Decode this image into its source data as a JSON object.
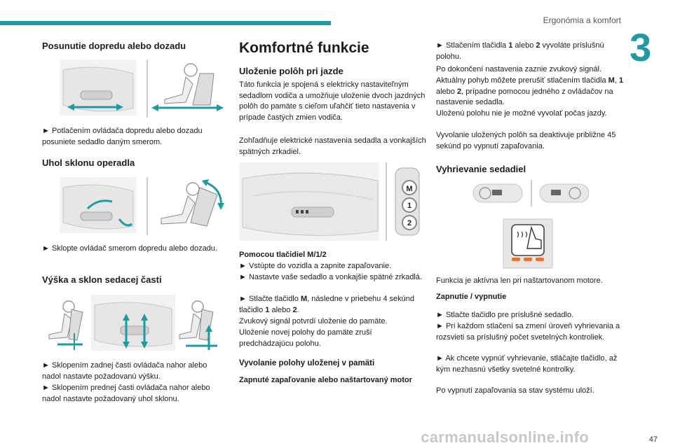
{
  "header": {
    "title": "Ergonómia a komfort",
    "chapter": "3"
  },
  "page_number": "47",
  "watermark": "carmanualsonline.info",
  "col1": {
    "s1": {
      "heading": "Posunutie dopredu alebo dozadu",
      "text": "► Potlačením ovládača dopredu alebo dozadu posuniete sedadlo daným smerom."
    },
    "s2": {
      "heading": "Uhol sklonu operadla",
      "text": "► Sklopte ovládač smerom dopredu alebo dozadu."
    },
    "s3": {
      "heading": "Výška a sklon sedacej časti",
      "text1": "► Sklopením zadnej časti ovládača nahor alebo nadol nastavte požadovanú výšku.",
      "text2": "► Sklopením prednej časti ovládača nahor alebo nadol nastavte požadovaný uhol sklonu."
    }
  },
  "col2": {
    "title": "Komfortné funkcie",
    "s1": {
      "heading": "Uloženie polôh pri jazde",
      "text": "Táto funkcia je spojená s elektricky nastaviteľným sedadlom vodiča a umožňuje uloženie dvoch jazdných polôh do pamäte s cieľom uľahčiť tieto nastavenia v prípade častých zmien vodiča.",
      "text2": "Zohľadňuje elektrické nastavenia sedadla a vonkajších spätných zrkadiel."
    },
    "buttons": [
      "M",
      "1",
      "2"
    ],
    "memory": {
      "heading": "Pomocou tlačidiel M/1/2",
      "l1": "► Vstúpte do vozidla a zapnite zapaľovanie.",
      "l2": "► Nastavte vaše sedadlo a vonkajšie spätné zrkadlá.",
      "l3a": "► Stlačte tlačidlo ",
      "l3b": "M",
      "l3c": ", následne v priebehu 4 sekúnd tlačidlo ",
      "l3d": "1",
      "l3e": " alebo ",
      "l3f": "2",
      "l3g": ".",
      "l4": "Zvukový signál potvrdí uloženie do pamäte.",
      "l5": "Uloženie novej polohy do pamäte zruší predchádzajúcu polohu."
    },
    "recall": {
      "heading": "Vyvolanie polohy uloženej v pamäti",
      "subheading": "Zapnuté zapaľovanie alebo naštartovaný motor"
    }
  },
  "col3": {
    "recall": {
      "l1a": "► Stlačením tlačidla ",
      "l1b": "1",
      "l1c": " alebo ",
      "l1d": "2",
      "l1e": " vyvoláte príslušnú polohu.",
      "l2": "Po dokončení nastavenia zaznie zvukový signál.",
      "l3a": "Aktuálny pohyb môžete prerušiť stlačením tlačidla ",
      "l3b": "M",
      "l3c": ", ",
      "l3d": "1",
      "l3e": " alebo ",
      "l3f": "2",
      "l3g": ", prípadne pomocou jedného z ovládačov na nastavenie sedadla.",
      "l4": "Uloženú polohu nie je možné vyvolať počas jazdy.",
      "l5": "Vyvolanie uložených polôh sa deaktivuje približne 45 sekúnd po vypnutí zapaľovania."
    },
    "heating": {
      "heading": "Vyhrievanie sedadiel",
      "note": "Funkcia je aktívna len pri naštartovanom motore.",
      "subheading": "Zapnutie / vypnutie",
      "l1": "► Stlačte tlačidlo pre príslušné sedadlo.",
      "l2": "► Pri každom stlačení sa zmení úroveň vyhrievania a rozsvieti sa príslušný počet svetelných kontroliek.",
      "l3": "► Ak chcete vypnúť vyhrievanie, stláčajte tlačidlo, až kým nezhasnú všetky svetelné kontrolky.",
      "l4": "Po vypnutí zapaľovania sa stav systému uloží."
    }
  },
  "colors": {
    "accent": "#1f9aa3",
    "arrow": "#1f9aa3",
    "led": "#e8732a"
  }
}
